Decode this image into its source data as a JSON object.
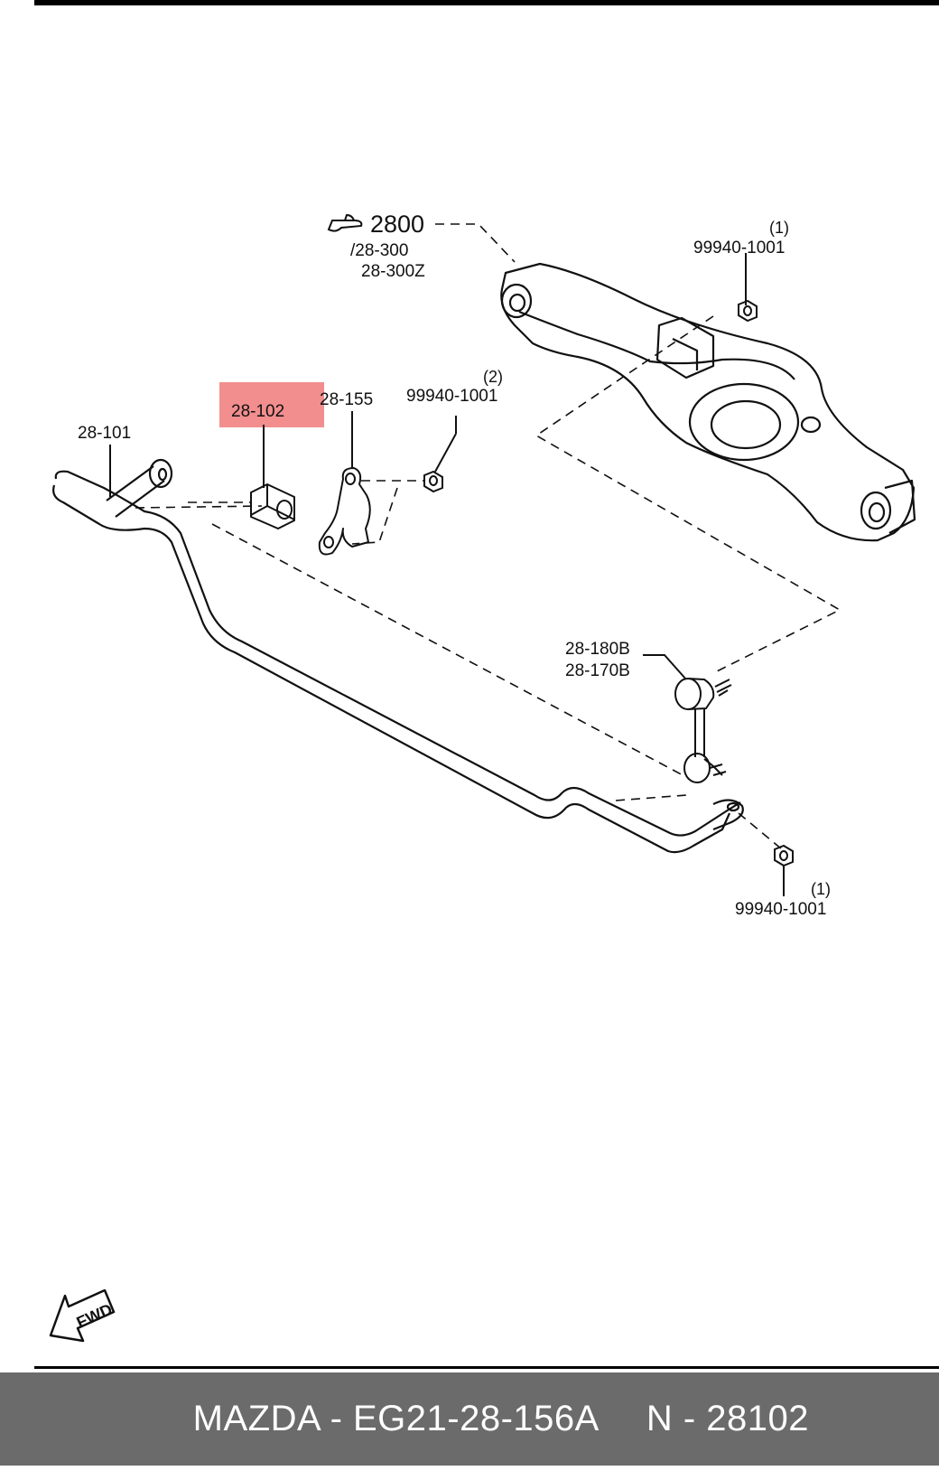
{
  "diagram": {
    "labels": {
      "subframe": "2800",
      "subframe_alt1": "/28-300",
      "subframe_alt2": "28-300Z",
      "nut_top": "99940-1001",
      "nut_top_qty": "(1)",
      "nut_mid": "99940-1001",
      "nut_mid_qty": "(2)",
      "bracket": "28-155",
      "bushing": "28-102",
      "stabilizer": "28-101",
      "link_a": "28-180B",
      "link_b": "28-170B",
      "nut_bottom": "99940-1001",
      "nut_bottom_qty": "(1)",
      "fwd": "FWD"
    },
    "highlight_color": "#f28e8e"
  },
  "caption": {
    "brand_part": "MAZDA - EG21-28-156A",
    "oem_number": "N - 28102"
  }
}
